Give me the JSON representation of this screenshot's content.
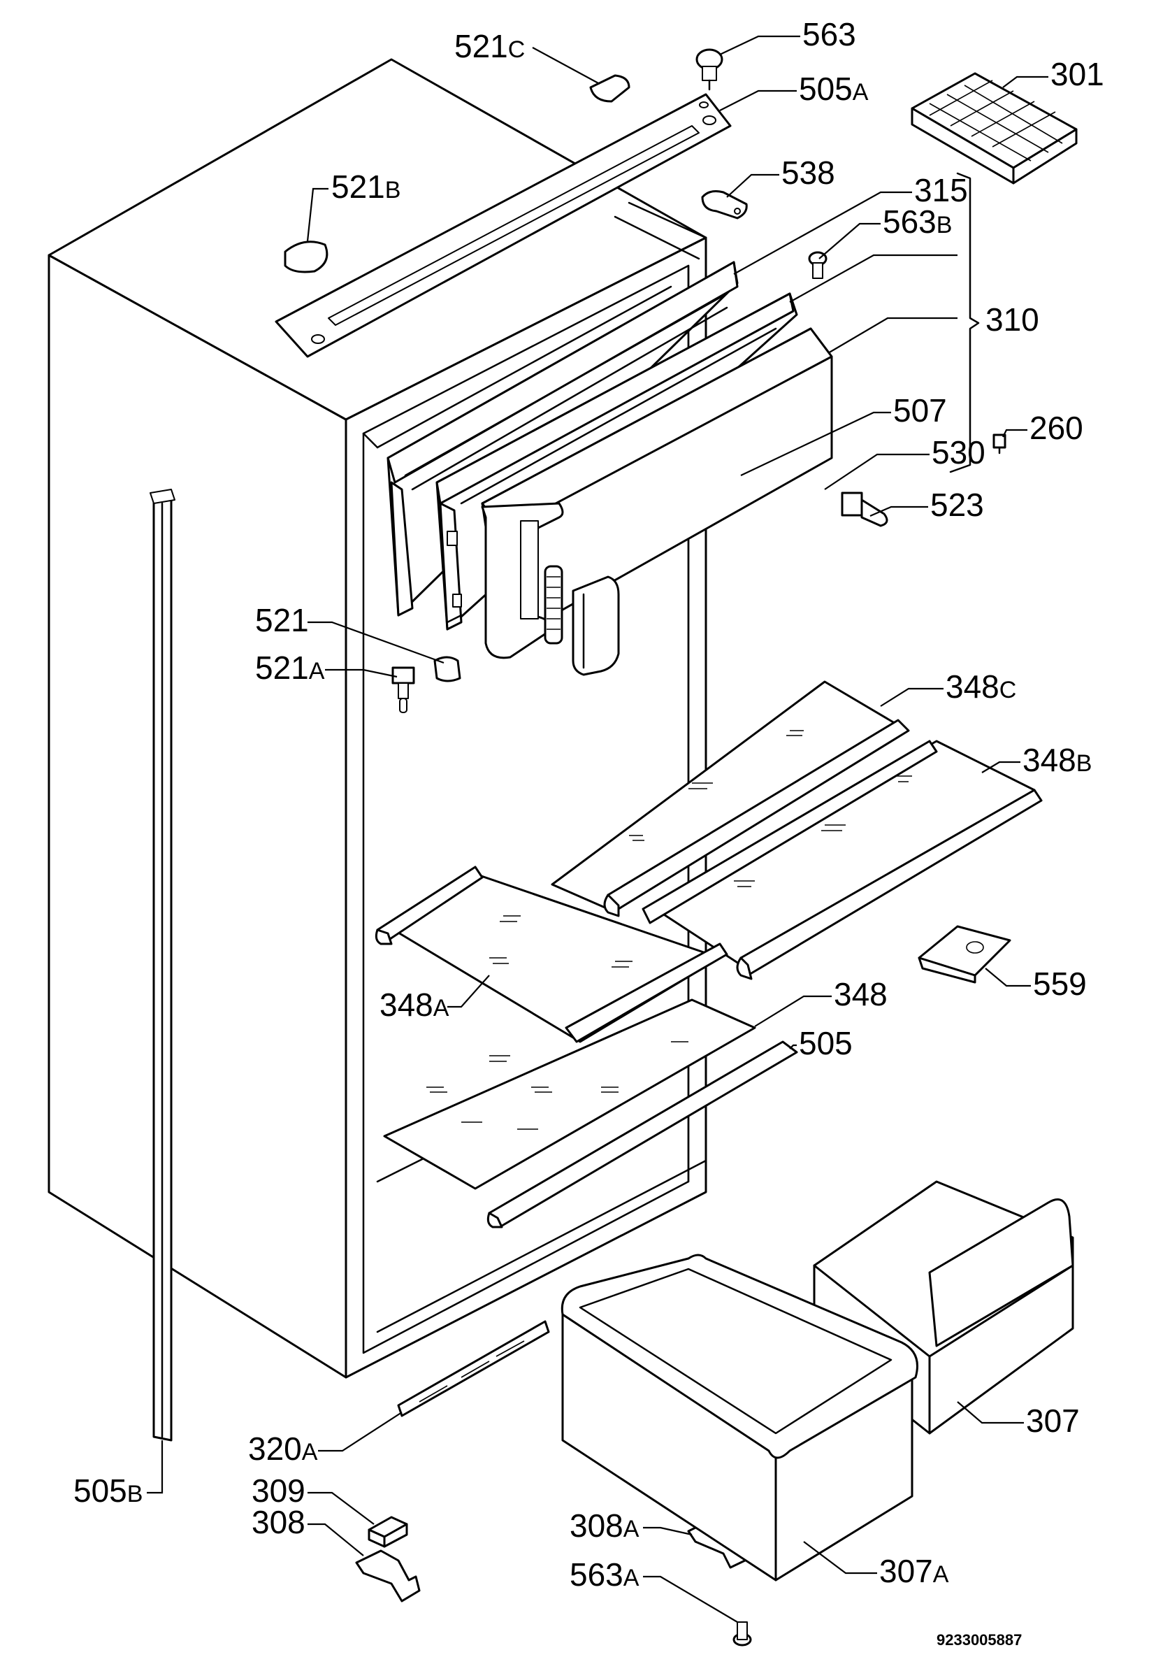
{
  "diagram": {
    "labels": [
      {
        "id": "521c",
        "num": "521",
        "suffix": "C"
      },
      {
        "id": "563",
        "num": "563",
        "suffix": ""
      },
      {
        "id": "505a",
        "num": "505",
        "suffix": "A"
      },
      {
        "id": "301",
        "num": "301",
        "suffix": ""
      },
      {
        "id": "521b",
        "num": "521",
        "suffix": "B"
      },
      {
        "id": "538",
        "num": "538",
        "suffix": ""
      },
      {
        "id": "315",
        "num": "315",
        "suffix": ""
      },
      {
        "id": "563b",
        "num": "563",
        "suffix": "B"
      },
      {
        "id": "310",
        "num": "310",
        "suffix": ""
      },
      {
        "id": "507",
        "num": "507",
        "suffix": ""
      },
      {
        "id": "260",
        "num": "260",
        "suffix": ""
      },
      {
        "id": "530",
        "num": "530",
        "suffix": ""
      },
      {
        "id": "523",
        "num": "523",
        "suffix": ""
      },
      {
        "id": "521",
        "num": "521",
        "suffix": ""
      },
      {
        "id": "521a",
        "num": "521",
        "suffix": "A"
      },
      {
        "id": "348c",
        "num": "348",
        "suffix": "C"
      },
      {
        "id": "348b",
        "num": "348",
        "suffix": "B"
      },
      {
        "id": "559",
        "num": "559",
        "suffix": ""
      },
      {
        "id": "348a",
        "num": "348",
        "suffix": "A"
      },
      {
        "id": "348",
        "num": "348",
        "suffix": ""
      },
      {
        "id": "505",
        "num": "505",
        "suffix": ""
      },
      {
        "id": "307",
        "num": "307",
        "suffix": ""
      },
      {
        "id": "320a",
        "num": "320",
        "suffix": "A"
      },
      {
        "id": "505b",
        "num": "505",
        "suffix": "B"
      },
      {
        "id": "309",
        "num": "309",
        "suffix": ""
      },
      {
        "id": "308",
        "num": "308",
        "suffix": ""
      },
      {
        "id": "308a",
        "num": "308",
        "suffix": "A"
      },
      {
        "id": "307a",
        "num": "307",
        "suffix": "A"
      },
      {
        "id": "563a",
        "num": "563",
        "suffix": "A"
      }
    ],
    "drawing_code": "9233005887"
  }
}
